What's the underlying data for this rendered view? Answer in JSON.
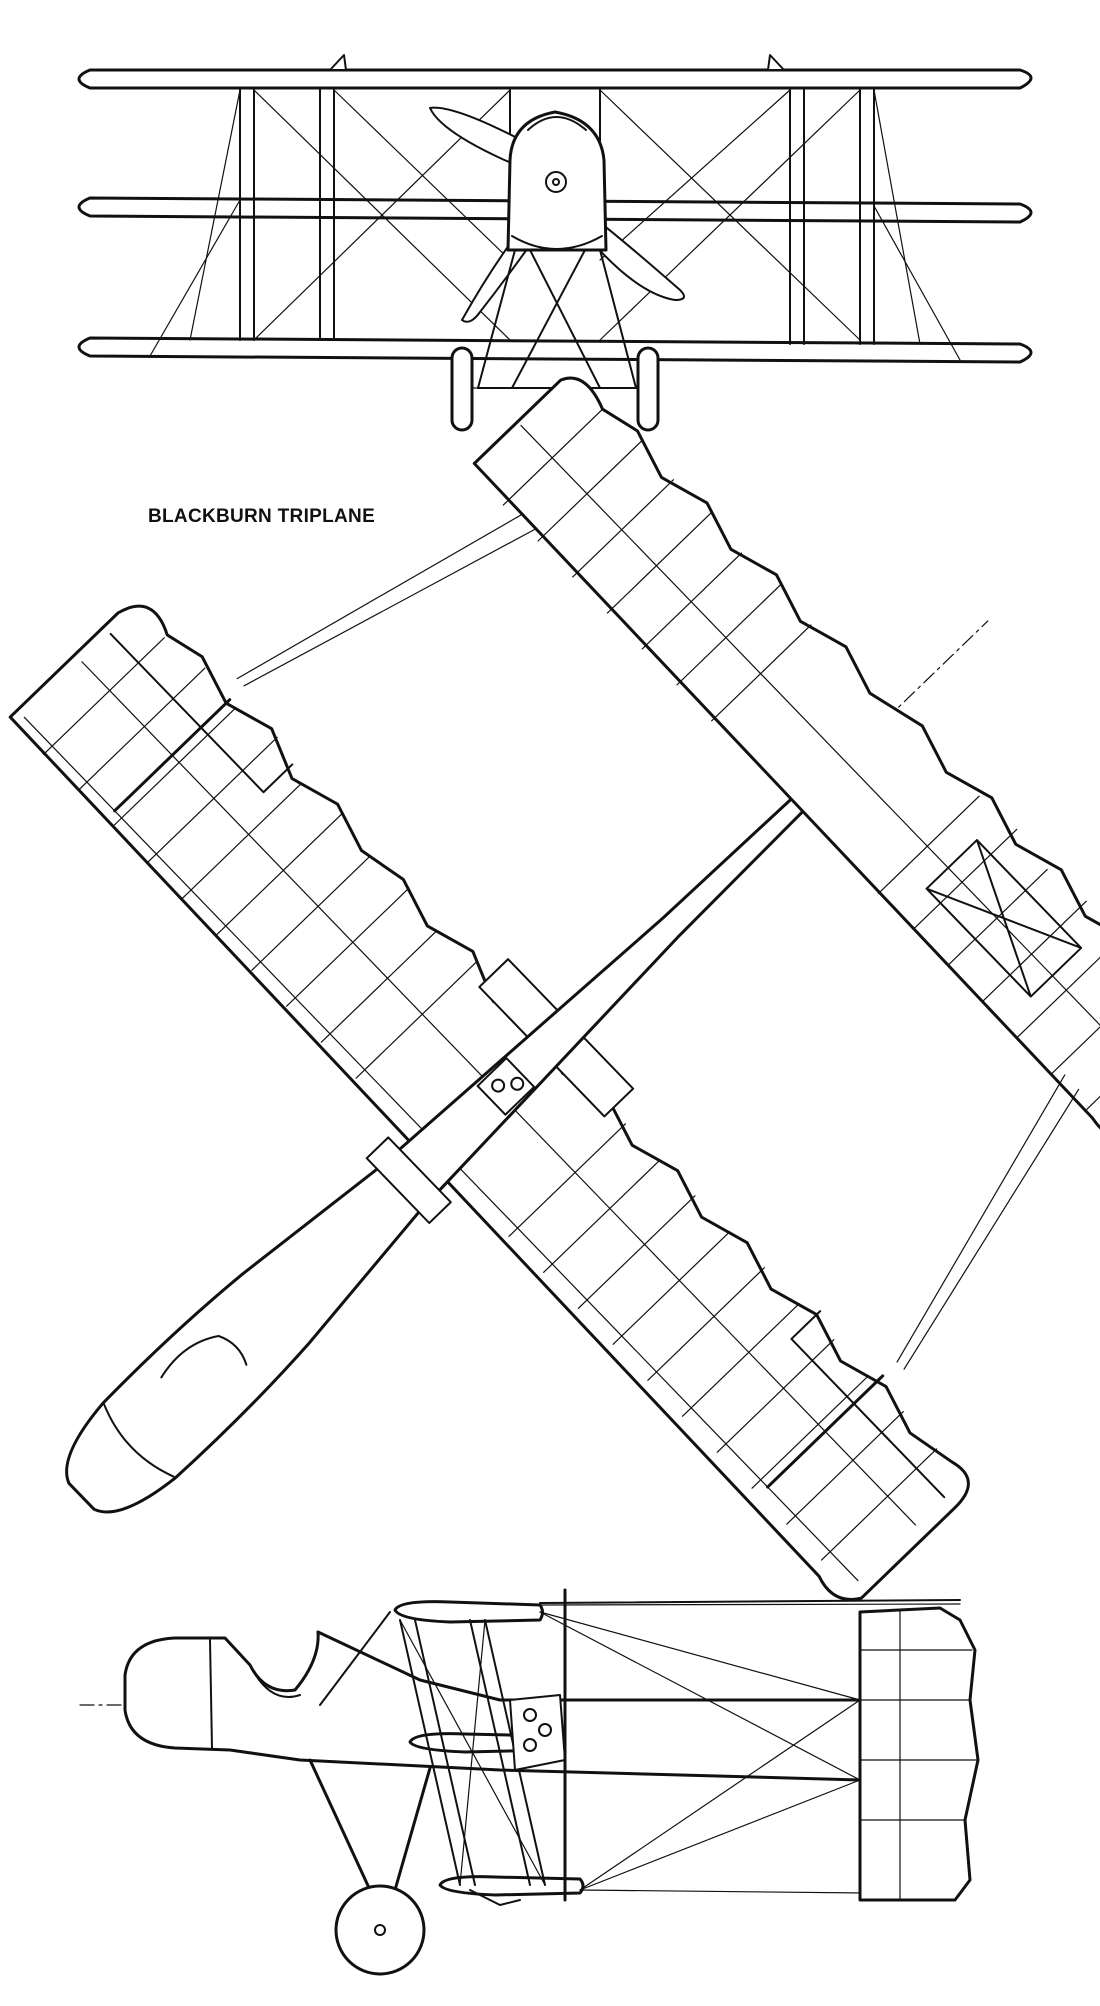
{
  "drawing": {
    "title": "BLACKBURN TRIPLANE",
    "views": [
      "front-view",
      "plan-view",
      "side-view"
    ],
    "line_color": "#111111",
    "background_color": "#ffffff"
  }
}
